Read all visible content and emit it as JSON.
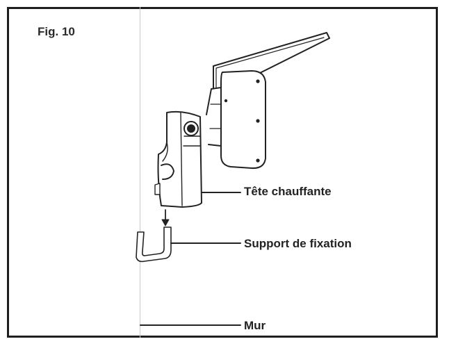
{
  "figure": {
    "label": "Fig. 10"
  },
  "labels": {
    "heating_head": "Tête chauffante",
    "mounting_bracket": "Support de fixation",
    "wall": "Mur"
  },
  "colors": {
    "line": "#222222",
    "fill": "#ffffff",
    "wall": "#c8c8c8"
  }
}
